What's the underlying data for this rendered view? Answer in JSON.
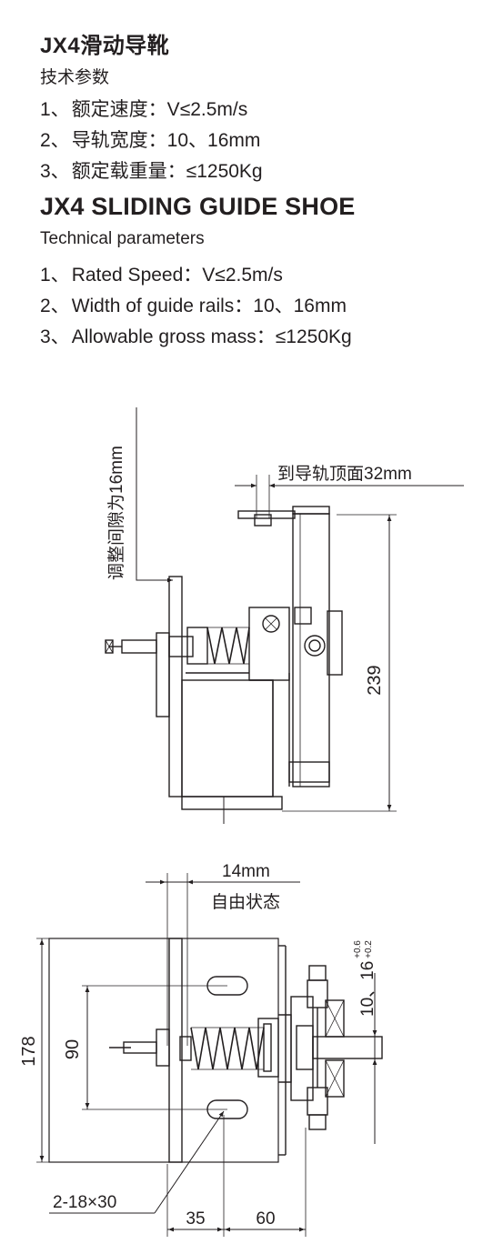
{
  "spec_cn": {
    "title": "JX4滑动导靴",
    "subtitle": "技术参数",
    "items": [
      {
        "num": "1、",
        "label": "额定速度：V≤2.5m/s"
      },
      {
        "num": "2、",
        "label": "导轨宽度：10、16mm"
      },
      {
        "num": "3、",
        "label": "额定载重量：≤1250Kg"
      }
    ]
  },
  "spec_en": {
    "title": "JX4 SLIDING GUIDE SHOE",
    "subtitle": "Technical parameters",
    "items": [
      {
        "num": "1、",
        "label": "Rated Speed：V≤2.5m/s"
      },
      {
        "num": "2、",
        "label": "Width of guide rails：10、16mm"
      },
      {
        "num": "3、",
        "label": "Allowable gross mass：≤1250Kg"
      }
    ]
  },
  "side_view": {
    "gap_note": "调整间隙为16mm",
    "rail_top_note": "到导轨顶面32mm",
    "height_dim": "239"
  },
  "top_view": {
    "free_gap_dim": "14mm",
    "free_state_note": "自由状态",
    "rail_width_dim": "10、16",
    "tolerance_upper": "+0.6",
    "tolerance_lower": "+0.2",
    "overall_height_dim": "178",
    "hole_spacing_dim": "90",
    "hole_spec": "2-18×30",
    "dim_35": "35",
    "dim_60": "60"
  }
}
